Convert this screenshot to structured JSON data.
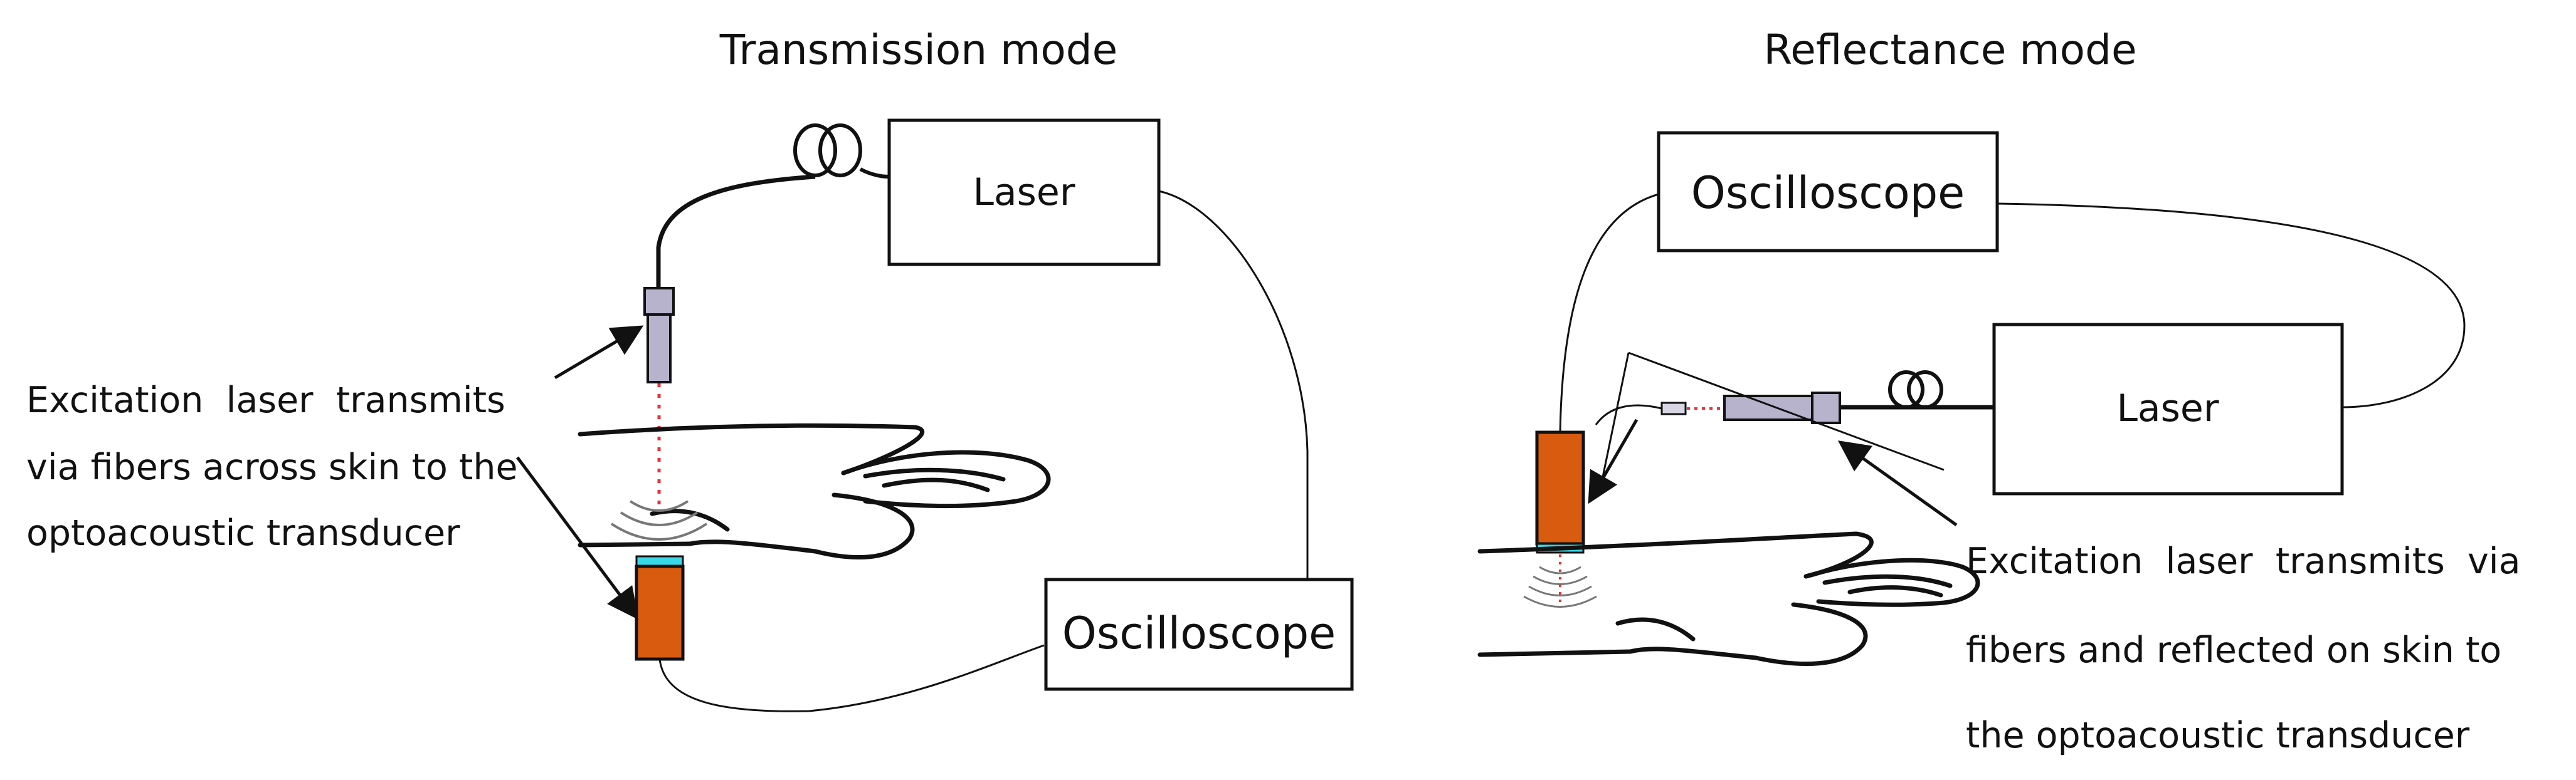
{
  "left_panel": {
    "title": "Transmission mode",
    "laser_label": "Laser",
    "oscilloscope_label": "Oscilloscope",
    "caption_lines": [
      "Excitation  laser  transmits",
      "via fibers across skin to the",
      "optoacoustic transducer"
    ]
  },
  "right_panel": {
    "title": "Reflectance mode",
    "laser_label": "Laser",
    "oscilloscope_label": "Oscilloscope",
    "caption_lines": [
      "Excitation  laser  transmits  via",
      "fibers and reflected on skin to",
      "the optoacoustic transducer"
    ]
  },
  "colors": {
    "transducer": "#d95b0f",
    "transducer_face": "#37d8e8",
    "laser_beam": "#e8323a",
    "fiber_probe": "#b7b3cc",
    "line": "#111111"
  }
}
